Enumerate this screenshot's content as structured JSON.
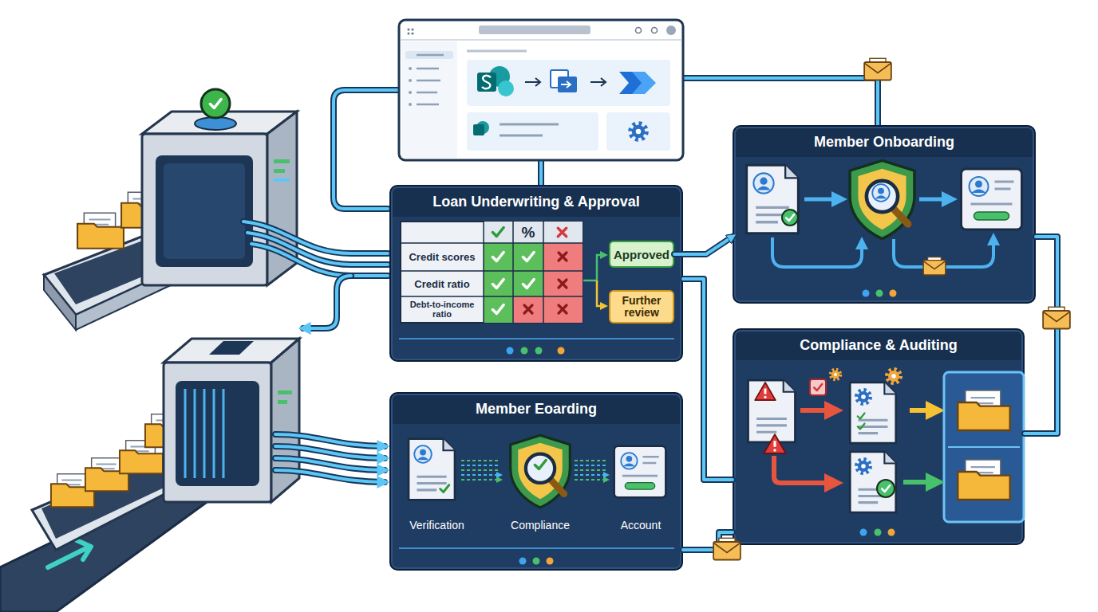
{
  "diagram": {
    "nodes": [
      {
        "text": [
          "Loan Underwriting & Approval"
        ]
      },
      {
        "text": [
          "Approved"
        ],
        "in": 0
      },
      {
        "text": [
          "Further review"
        ],
        "in": 0
      },
      {
        "text": [
          "Member Onboarding"
        ]
      },
      {
        "text": [
          "Member Eoarding"
        ]
      },
      {
        "text": [
          "Compliance & Auditing"
        ]
      }
    ],
    "edges": [
      {
        "from": 1,
        "to": 3,
        "arrow": "to"
      },
      {
        "from": 0,
        "to": 5,
        "arrow": "none"
      },
      {
        "from": 4,
        "to": 5,
        "arrow": "none"
      },
      {
        "from": 3,
        "to": 5,
        "arrow": "none"
      }
    ],
    "labels": [
      "%",
      "Credit scores",
      "Credit ratio",
      "Debt-to-income ratio",
      "Verification",
      "Compliance",
      "Account"
    ]
  }
}
